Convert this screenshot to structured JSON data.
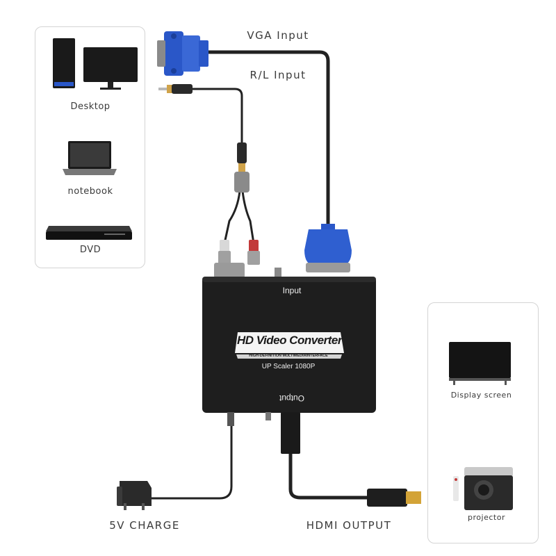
{
  "inputs": {
    "vga_label": "VGA Input",
    "rl_label": "R/L Input"
  },
  "sources": {
    "desktop": "Desktop",
    "notebook": "notebook",
    "dvd": "DVD"
  },
  "device": {
    "title": "HD Video Converter",
    "subtitle": "HIGH-DEFINITION MULTIMEDIAINTERFACE",
    "scaler": "UP Scaler 1080P",
    "input_label": "Input",
    "output_label": "Output"
  },
  "outputs": {
    "charge_label": "5V CHARGE",
    "hdmi_label": "HDMI OUTPUT"
  },
  "displays": {
    "screen": "Display screen",
    "projector": "projector"
  },
  "colors": {
    "vga_blue": "#2a57c8",
    "device_body": "#1e1e1e",
    "cable": "#222222",
    "audio_red": "#c23a3a"
  }
}
